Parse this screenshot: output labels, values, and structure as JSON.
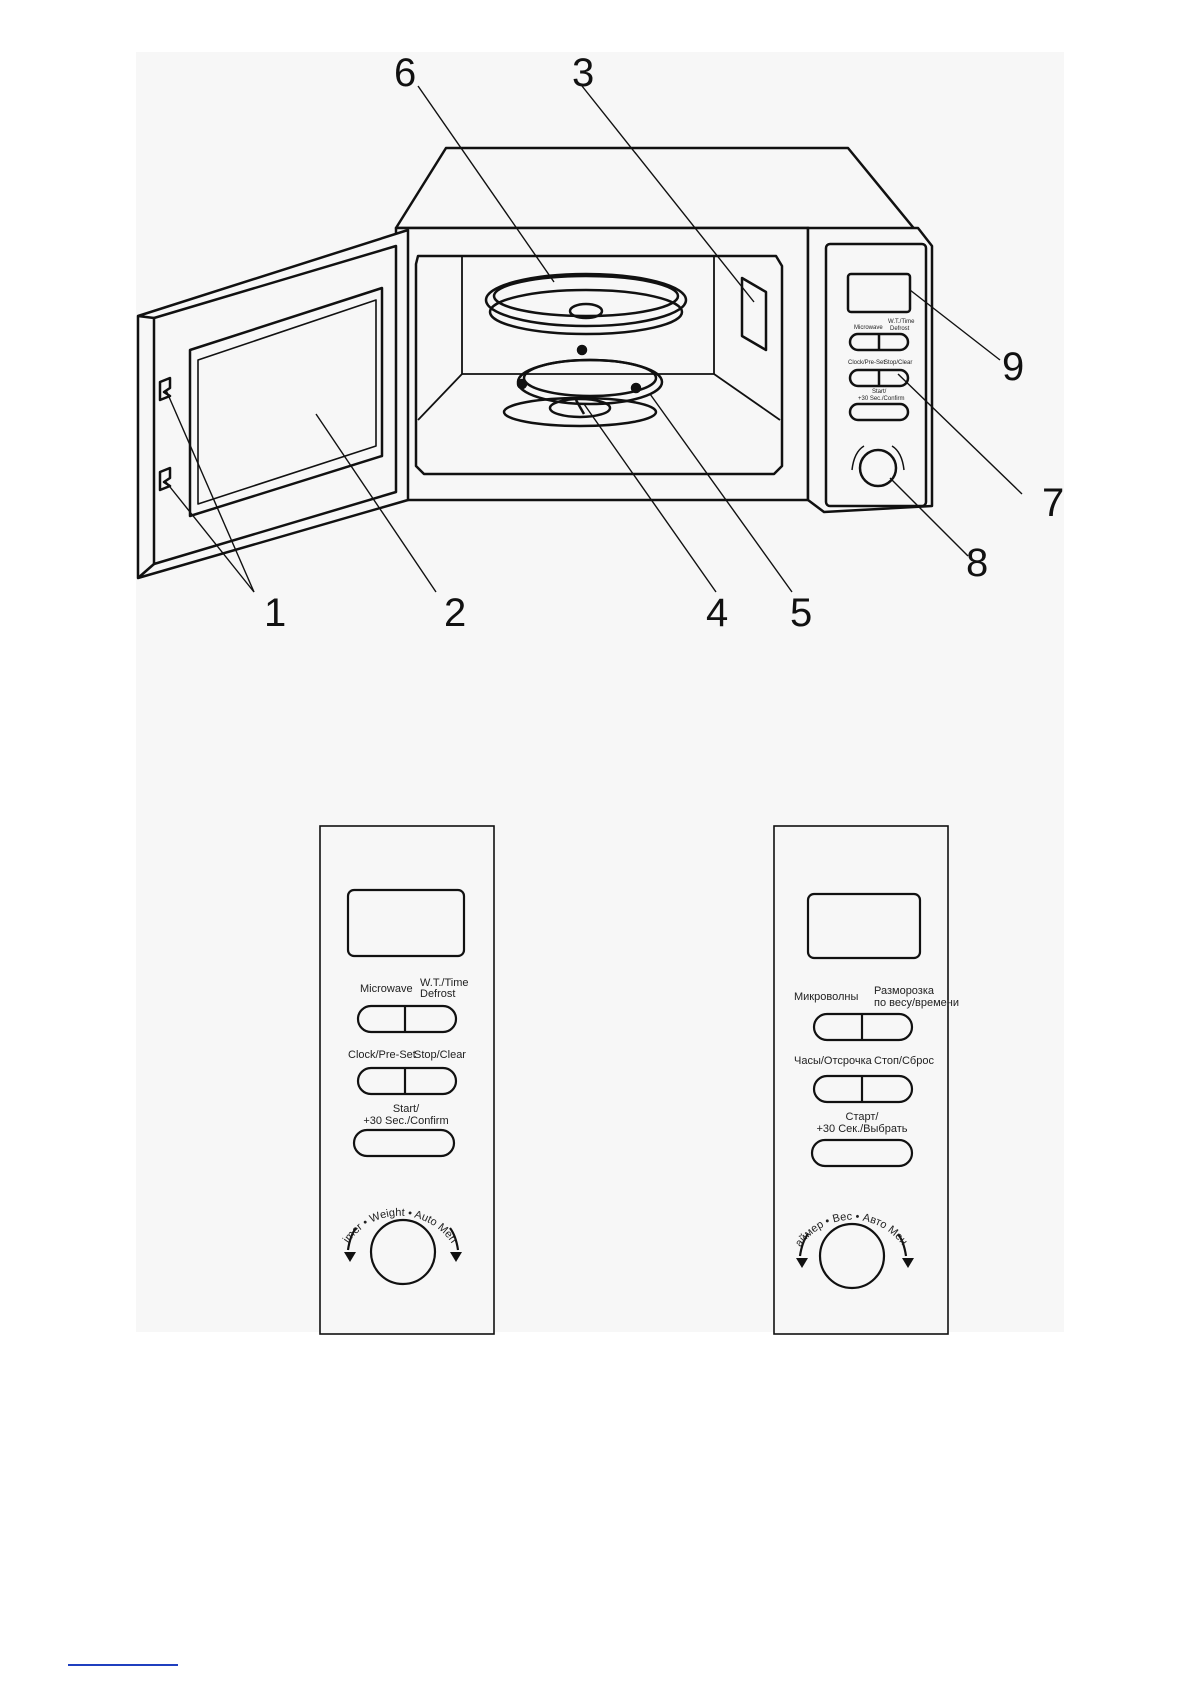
{
  "callouts": {
    "c1": "1",
    "c2": "2",
    "c3": "3",
    "c4": "4",
    "c5": "5",
    "c6": "6",
    "c7": "7",
    "c8": "8",
    "c9": "9"
  },
  "small_panel": {
    "microwave": "Microwave",
    "wt_time_1": "W.T./Time",
    "wt_time_2": "Defrost",
    "clock": "Clock/Pre-Set",
    "stop": "Stop/Clear",
    "start_1": "Start/",
    "start_2": "+30 Sec./Confirm"
  },
  "panel_en": {
    "microwave": "Microwave",
    "wt_time_1": "W.T./Time",
    "wt_time_2": "Defrost",
    "clock_preset": "Clock/Pre-Set",
    "stop_clear": "Stop/Clear",
    "start_1": "Start/",
    "start_2": "+30 Sec./Confirm",
    "dial_text": "Timer • Weight • Auto Menu"
  },
  "panel_ru": {
    "microwave": "Микроволны",
    "defrost_1": "Разморозка",
    "defrost_2": "по весу/времени",
    "clock_preset": "Часы/Отсрочка",
    "stop_clear": "Стоп/Сброс",
    "start_1": "Старт/",
    "start_2": "+30 Сек./Выбрать",
    "dial_text": "Таймер • Вес • Авто Меню"
  },
  "colors": {
    "line": "#111111",
    "sheet": "#f7f7f7",
    "link": "#1f3fbf"
  }
}
